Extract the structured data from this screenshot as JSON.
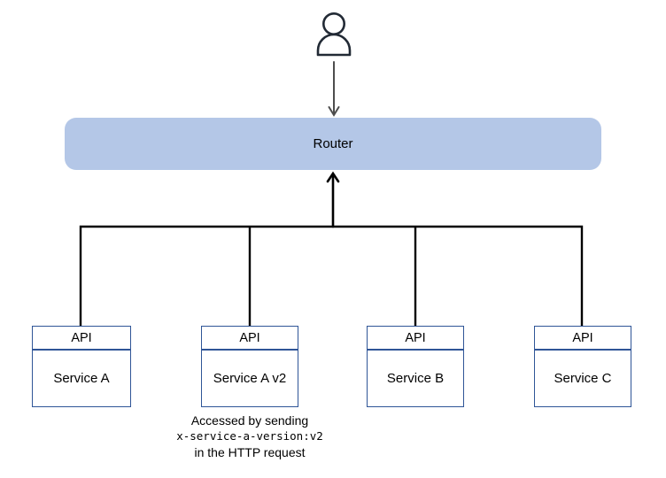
{
  "router": {
    "label": "Router"
  },
  "user": {
    "icon": "person-icon"
  },
  "services": [
    {
      "header": "API",
      "name": "Service A"
    },
    {
      "header": "API",
      "name": "Service A v2"
    },
    {
      "header": "API",
      "name": "Service B"
    },
    {
      "header": "API",
      "name": "Service C"
    }
  ],
  "annotation": {
    "line1": "Accessed by sending",
    "code": "x-service-a-version:v2",
    "line2": "in the HTTP request"
  },
  "colors": {
    "router_fill": "#b4c7e7",
    "box_border": "#2f5597",
    "connector_line": "#000000",
    "user_arrow": "#4d4d4d",
    "icon_stroke": "#222a35",
    "text": "#000000"
  }
}
